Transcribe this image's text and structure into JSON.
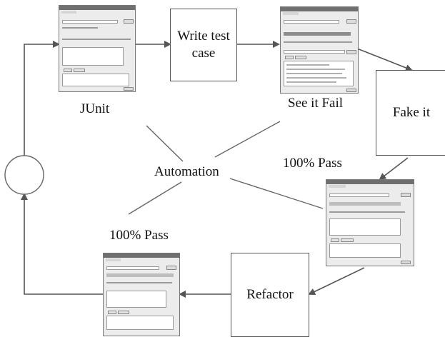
{
  "labels": {
    "junit": "JUnit",
    "see_it_fail": "See it Fail",
    "automation": "Automation",
    "pass_upper": "100% Pass",
    "pass_lower": "100% Pass"
  },
  "boxes": {
    "write_test_case_line1": "Write test",
    "write_test_case_line2": "case",
    "fake_it": "Fake it",
    "refactor": "Refactor"
  },
  "colors": {
    "arrow": "#555555",
    "line": "#666666",
    "window_bg": "#ececec",
    "window_titlebar": "#6f6f6f"
  }
}
